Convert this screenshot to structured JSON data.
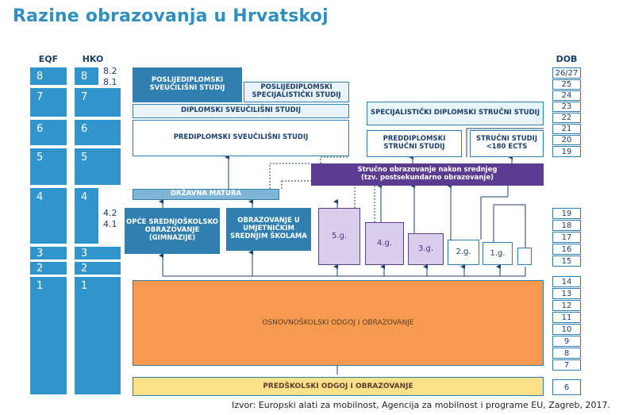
{
  "title": "Razine obrazovanja u Hrvatskoj",
  "headers": {
    "eqf": "EQF",
    "hko": "HKO",
    "dob": "DOB"
  },
  "eqf_levels": [
    "8",
    "7",
    "6",
    "5",
    "4",
    "3",
    "2",
    "1"
  ],
  "hko_levels": [
    "8",
    "7",
    "6",
    "5",
    "4",
    "3",
    "2",
    "1"
  ],
  "hko_sublevels": {
    "top": [
      "8.2",
      "8.1"
    ],
    "mid": [
      "4.2",
      "4.1"
    ]
  },
  "boxes": {
    "postgrad_uni": "POSLIJEDIPLOMSKI SVEUČILIŠNI STUDIJ",
    "postgrad_spec": "POSLIJEDIPLOMSKI SPECIJALISTIČKI STUDIJ",
    "grad_uni": "DIPLOMSKI SVEUČILIŠNI STUDIJ",
    "undergrad_uni": "PREDIPLOMSKI SVEUČILIŠNI STUDIJ",
    "spec_grad_prof": "SPECIJALISTIČKI DIPLOMSKI STRUČNI STUDIJ",
    "undergrad_prof": "PREDDIPLOMSKI STRUČNI STUDIJ",
    "prof_study": "STRUČNI STUDIJ <180 ECTS",
    "vet_post": "Stručno obrazovanje nakon srednjeg",
    "vet_post_sub": "(tzv. postsekundarno obrazovanje)",
    "state_matura": "DRŽAVNA MATURA",
    "gymnasium": "OPĆE SREDNJOŠKOLSKO OBRAZOVANJE (GIMNAZIJE)",
    "art_schools": "OBRAZOVANJE U UMJETNIČKIM SREDNJIM ŠKOLAMA",
    "primary": "OSNOVNOŠKOLSKI ODGOJ I OBRAZOVANJE",
    "preschool": "PREDŠKOLSKI ODGOJ I OBRAZOVANJE"
  },
  "vocational_years": [
    "5.g.",
    "4.g.",
    "3.g.",
    "2.g.",
    "1.g.",
    ""
  ],
  "dob_upper": [
    "26/27",
    "25",
    "24",
    "23",
    "22",
    "21",
    "20",
    "19"
  ],
  "dob_middle": [
    "19",
    "18",
    "17",
    "16",
    "15"
  ],
  "dob_lower": [
    "14",
    "13",
    "12",
    "11",
    "10",
    "9",
    "8",
    "7"
  ],
  "dob_bottom": "6",
  "source": "Izvor: Europski alati za mobilnost, Agencija za mobilnost i programe EU, Zagreb, 2017.",
  "colors": {
    "blue": "#2f95cc",
    "darkblue": "#2f7fb0",
    "purple": "#5b3c91",
    "lavender": "#d9cdee",
    "orange": "#f59a4e",
    "yellow": "#fbe08a"
  }
}
